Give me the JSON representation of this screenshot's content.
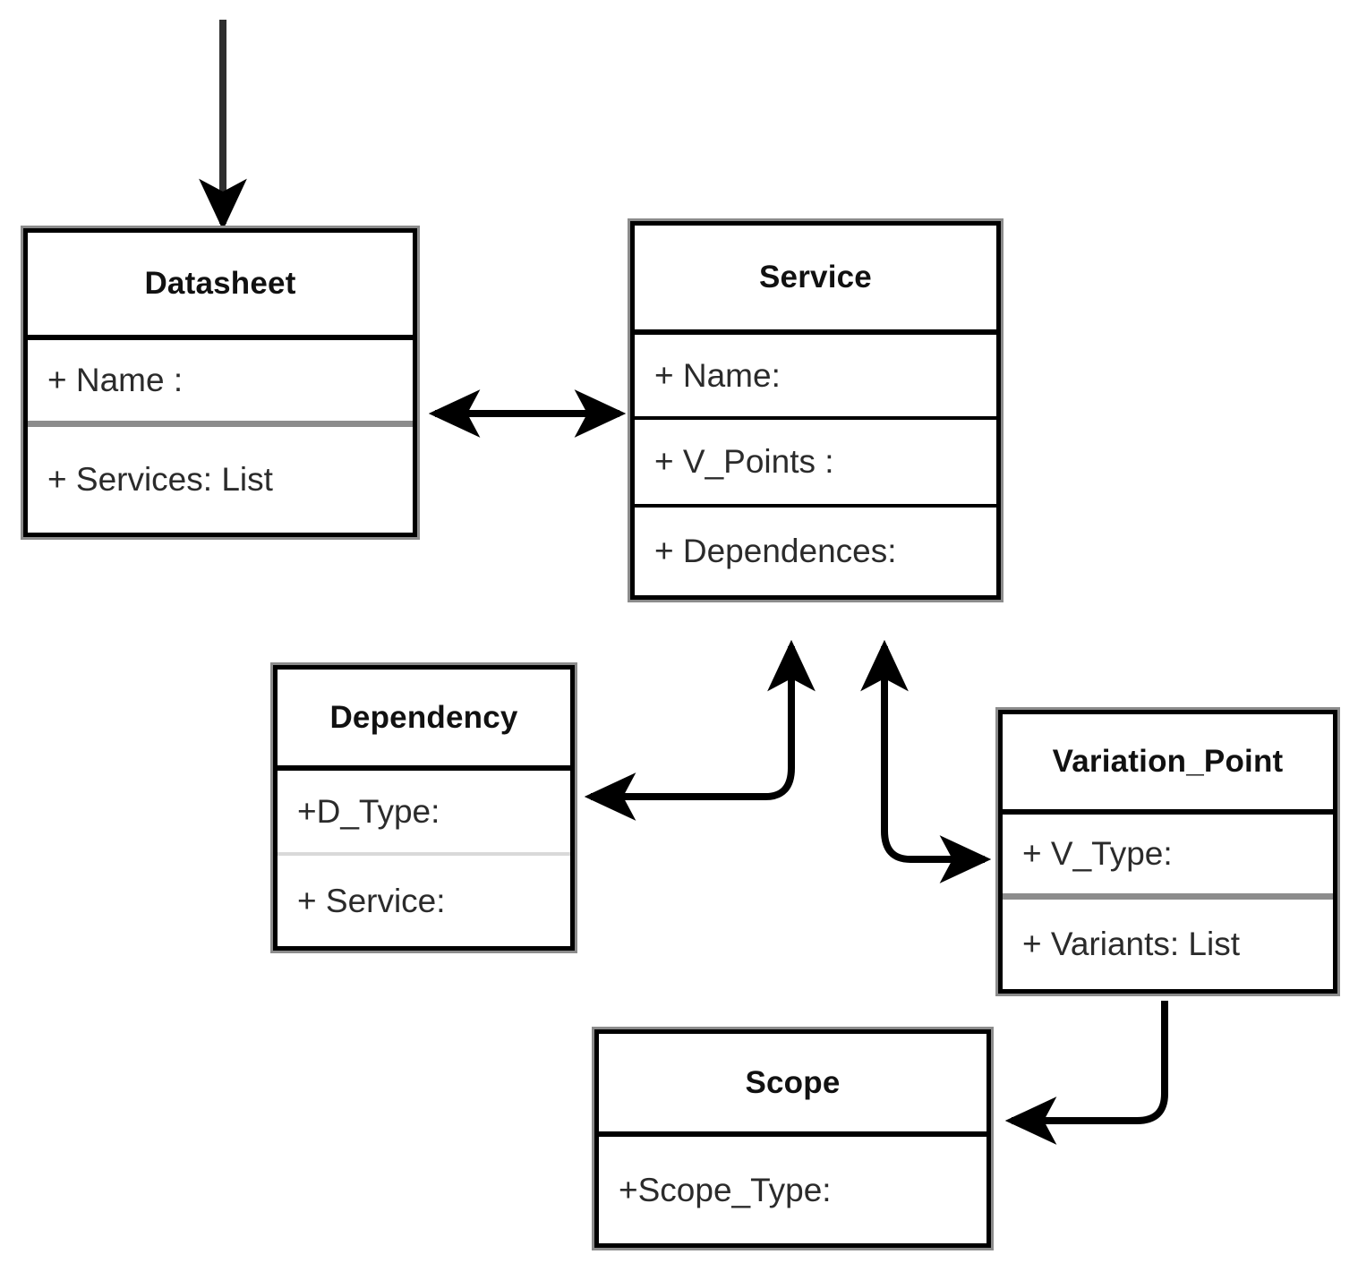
{
  "diagram": {
    "type": "uml-class-diagram",
    "background": "#ffffff",
    "line_color": "#000000",
    "divider_gray": "#8c8c8c",
    "classes": [
      {
        "id": "datasheet",
        "name": "Datasheet",
        "attributes": [
          "+ Name :",
          "+ Services: List"
        ]
      },
      {
        "id": "service",
        "name": "Service",
        "attributes": [
          "+ Name:",
          "+ V_Points :",
          "+ Dependences:"
        ]
      },
      {
        "id": "dependency",
        "name": "Dependency",
        "attributes": [
          "+D_Type:",
          "+ Service:"
        ]
      },
      {
        "id": "variation_point",
        "name": "Variation_Point",
        "attributes": [
          "+ V_Type:",
          "+ Variants: List"
        ]
      },
      {
        "id": "scope",
        "name": "Scope",
        "attributes": [
          "+Scope_Type:"
        ]
      }
    ],
    "connectors": [
      {
        "id": "entry-to-datasheet",
        "from": "(external)",
        "to": "Datasheet",
        "style": "straight-vertical",
        "arrows": "end"
      },
      {
        "id": "datasheet-service",
        "from": "Datasheet",
        "to": "Service",
        "style": "straight-horizontal",
        "arrows": "both"
      },
      {
        "id": "dependency-service",
        "from": "Dependency",
        "to": "Service",
        "style": "curved-elbow",
        "arrows": "both"
      },
      {
        "id": "variationpoint-service",
        "from": "Variation_Point",
        "to": "Service",
        "style": "curved-elbow",
        "arrows": "both"
      },
      {
        "id": "variationpoint-scope",
        "from": "Variation_Point",
        "to": "Scope",
        "style": "curved-elbow",
        "arrows": "end"
      }
    ]
  }
}
